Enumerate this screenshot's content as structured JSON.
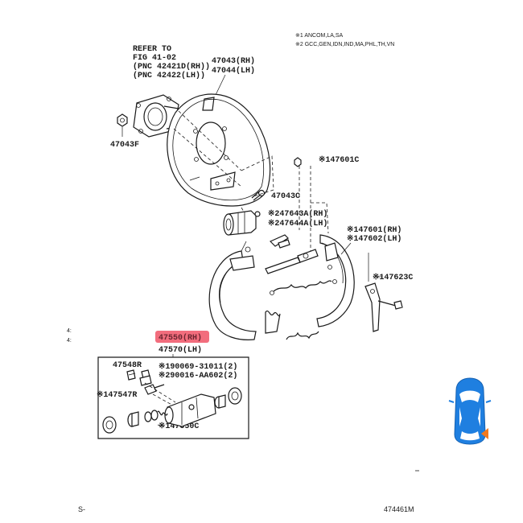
{
  "notes": {
    "note1": "※1 ANCOM,LA,SA",
    "note2": "※2 GCC,GEN,IDN,IND,MA,PHL,TH,VN"
  },
  "refer": {
    "line1": "REFER TO",
    "line2": "FIG 41-02",
    "line3": "(PNC 42421D(RH))",
    "line4": "(PNC 42422(LH))"
  },
  "labels": {
    "p47043rh": "47043(RH)",
    "p47044lh": "47044(LH)",
    "p47043f": "47043F",
    "p47601c": "※147601C",
    "p47043c": "47043C",
    "p47643a": "※247643A(RH)",
    "p47644a": "※247644A(LH)",
    "p47601rh": "※147601(RH)",
    "p47602lh": "※147602(LH)",
    "p47623c": "※147623C",
    "p47550rh": "47550(RH)",
    "p47570lh": "47570(LH)",
    "p47548r": "47548R",
    "p90069": "※190069-31011(2)",
    "p90016": "※290016-AA602(2)",
    "p47547r": "※147547R",
    "p47550c": "※147550C",
    "cut1": "4:",
    "cut2": "4:"
  },
  "footer": {
    "left": "S-",
    "right": "474461M"
  },
  "colors": {
    "highlight": "#f26d7d",
    "car_body": "#1f7fe0",
    "car_marker": "#f47a1f"
  },
  "icons": {
    "car": "car-top-view-icon",
    "marker": "position-marker-icon"
  }
}
